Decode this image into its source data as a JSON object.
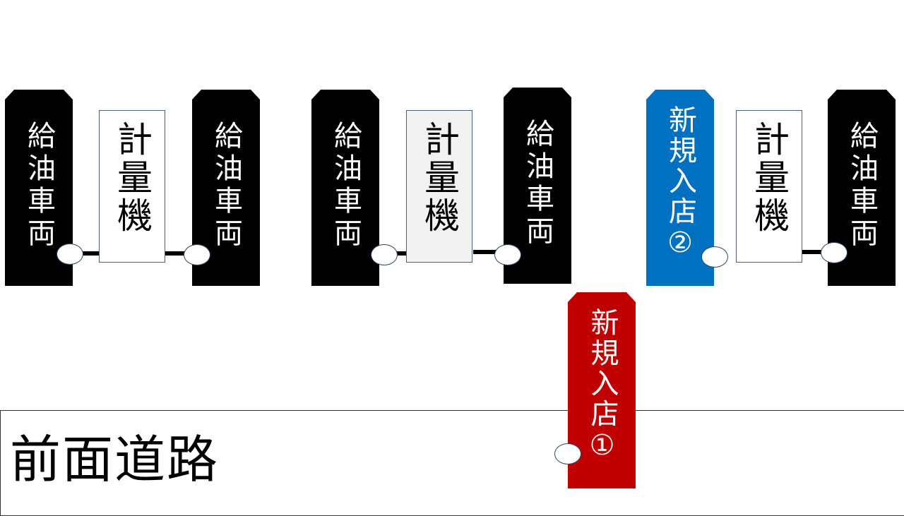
{
  "colors": {
    "vehicle": "#000000",
    "new_store_1": "#c00000",
    "new_store_2": "#0070c0",
    "meter_fill": "#ffffff",
    "meter_fill_shaded": "#f2f2f2"
  },
  "labels": {
    "vehicle": "給油車両",
    "meter": "計量機",
    "new_store_1": "新規入店①",
    "new_store_2": "新規入店②",
    "road": "前面道路"
  }
}
